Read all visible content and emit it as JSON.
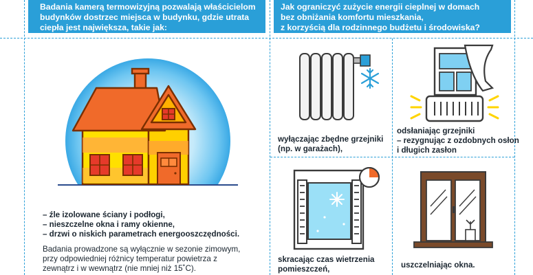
{
  "left_panel": {
    "header_lines": [
      "Badania kamerą termowizyjną pozwalają właścicielom",
      "budynków dostrzec miejsca w budynku, gdzie utrata",
      "ciepła jest największa, takie jak:"
    ],
    "causes": [
      "– źle izolowane ściany i podłogi,",
      "– nieszczelne okna i ramy okienne,",
      "– drzwi o niskich parametrach energooszczędności."
    ],
    "note_lines": [
      "Badania prowadzone są wyłącznie w sezonie zimowym,",
      "przy odpowiedniej różnicy temperatur powietrza z",
      "zewnątrz i w wewnątrz (nie mniej niż 15˚C)."
    ],
    "house_icon": "thermal-house-icon"
  },
  "right_panel": {
    "header_lines": [
      "Jak ograniczyć zużycie energii cieplnej w domach",
      "bez obniżania komfortu mieszkania,",
      "z korzyścią dla rodzinnego budżetu i środowiska?"
    ],
    "tips": [
      {
        "icon": "radiator-snowflake-icon",
        "lines": [
          "wyłączając zbędne grzejniki",
          "(np. w garażach),"
        ]
      },
      {
        "icon": "window-curtain-radiator-icon",
        "lines": [
          "odsłaniając grzejniki",
          "– rezygnując z ozdobnych osłon",
          "i długich zasłon"
        ]
      },
      {
        "icon": "open-window-timer-icon",
        "lines": [
          "skracając czas wietrzenia",
          "pomieszczeń,"
        ]
      },
      {
        "icon": "sealed-window-icon",
        "lines": [
          "uszczelniając okna."
        ]
      }
    ]
  },
  "colors": {
    "header_blue": "#2a9fd8",
    "roof_orange": "#f06a2a",
    "wall_yellow": "#ffe000",
    "glow_blue": "#4bb8ef",
    "brown": "#7a4a2a"
  }
}
